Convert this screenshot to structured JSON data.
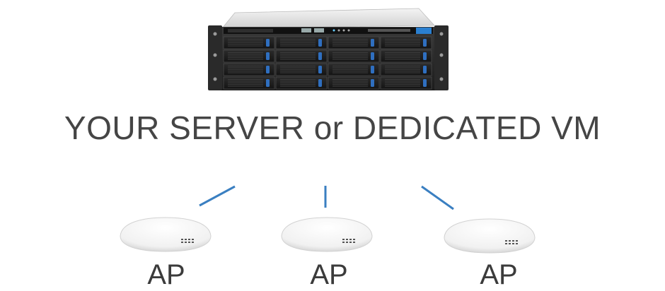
{
  "diagram": {
    "server": {
      "icon": "rack-server-icon",
      "caption": "YOUR SERVER or DEDICATED VM"
    },
    "access_points": [
      {
        "label": "AP",
        "icon": "wireless-access-point-icon"
      },
      {
        "label": "AP",
        "icon": "wireless-access-point-icon"
      },
      {
        "label": "AP",
        "icon": "wireless-access-point-icon"
      }
    ],
    "link_color": "#3a7fc1"
  }
}
